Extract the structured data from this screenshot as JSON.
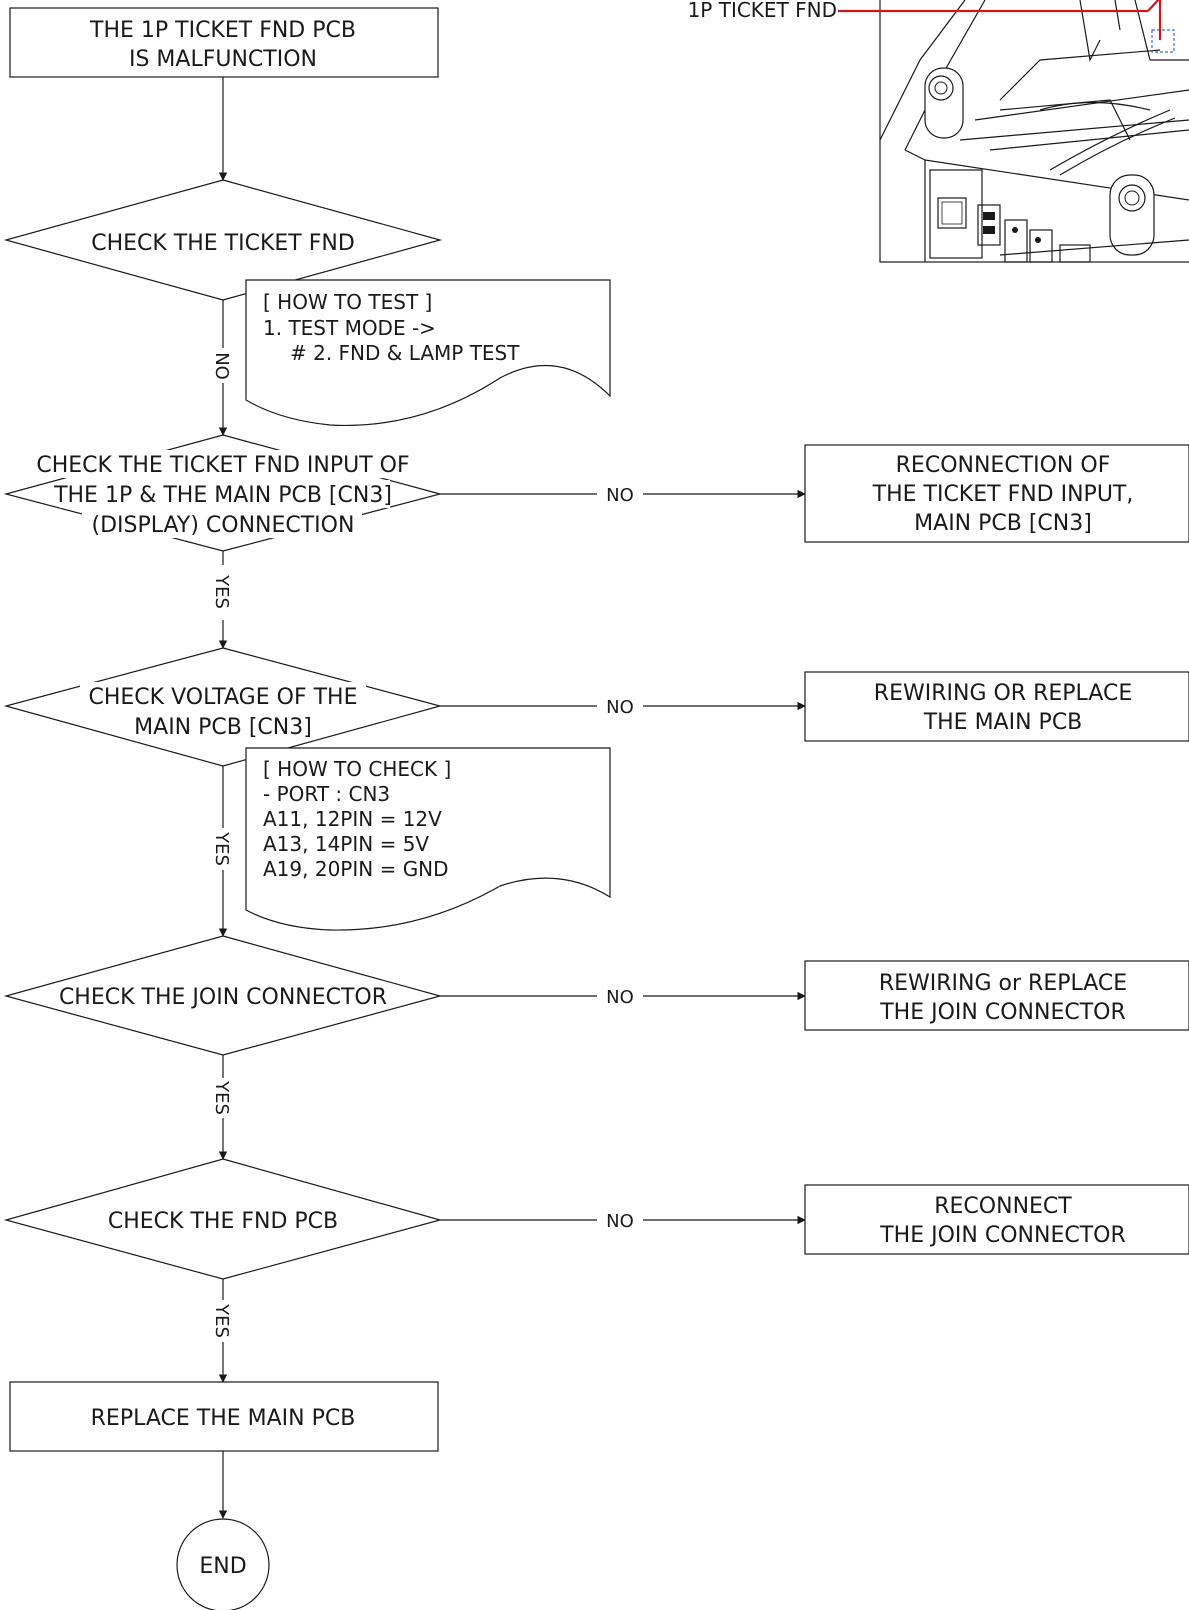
{
  "flow": {
    "start": [
      "THE 1P TICKET FND PCB",
      "IS MALFUNCTION"
    ],
    "check_fnd": "CHECK THE TICKET FND",
    "how_to_test": [
      "[ HOW TO TEST ]",
      "1. TEST  MODE ->",
      "# 2. FND & LAMP TEST"
    ],
    "check_input": [
      "CHECK THE TICKET FND INPUT OF",
      "THE 1P & THE MAIN PCB [CN3]",
      "(DISPLAY) CONNECTION"
    ],
    "reconnect_input": [
      "RECONNECTION OF",
      "THE TICKET FND INPUT,",
      "MAIN PCB [CN3]"
    ],
    "check_voltage": [
      "CHECK VOLTAGE OF THE",
      "MAIN PCB [CN3]"
    ],
    "rewire_main": [
      "REWIRING OR REPLACE",
      "THE MAIN PCB"
    ],
    "how_to_check": [
      "[ HOW TO CHECK ]",
      "- PORT : CN3",
      "A11, 12PIN = 12V",
      "A13, 14PIN = 5V",
      "A19, 20PIN = GND"
    ],
    "check_join": "CHECK THE JOIN CONNECTOR",
    "rewire_join": [
      "REWIRING or REPLACE",
      "THE JOIN CONNECTOR"
    ],
    "check_fnd_pcb": "CHECK THE FND PCB",
    "reconnect_join": [
      "RECONNECT",
      "THE JOIN CONNECTOR"
    ],
    "replace_main": "REPLACE THE MAIN PCB",
    "end": "END"
  },
  "labels": {
    "yes": "YES",
    "no": "NO"
  },
  "illustration": {
    "callout": "1P TICKET FND"
  },
  "colors": {
    "line": "#1a1a1a",
    "callout": "#d4141c",
    "highlight": "#3a6fd8"
  }
}
